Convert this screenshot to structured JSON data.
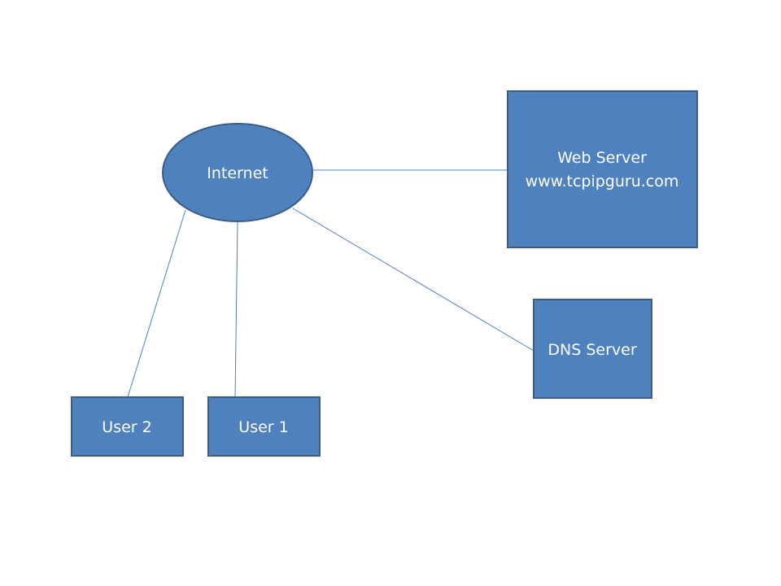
{
  "diagram": {
    "internet": {
      "label": "Internet"
    },
    "web_server": {
      "line1": "Web Server",
      "line2": "www.tcpipguru.com"
    },
    "dns_server": {
      "label": "DNS Server"
    },
    "user2": {
      "label": "User 2"
    },
    "user1": {
      "label": "User 1"
    }
  },
  "colors": {
    "node_fill": "#4f81bd",
    "node_border": "#385d8a",
    "connector": "#4f81bd",
    "label_text": "#ffffff",
    "background": "#ffffff"
  }
}
